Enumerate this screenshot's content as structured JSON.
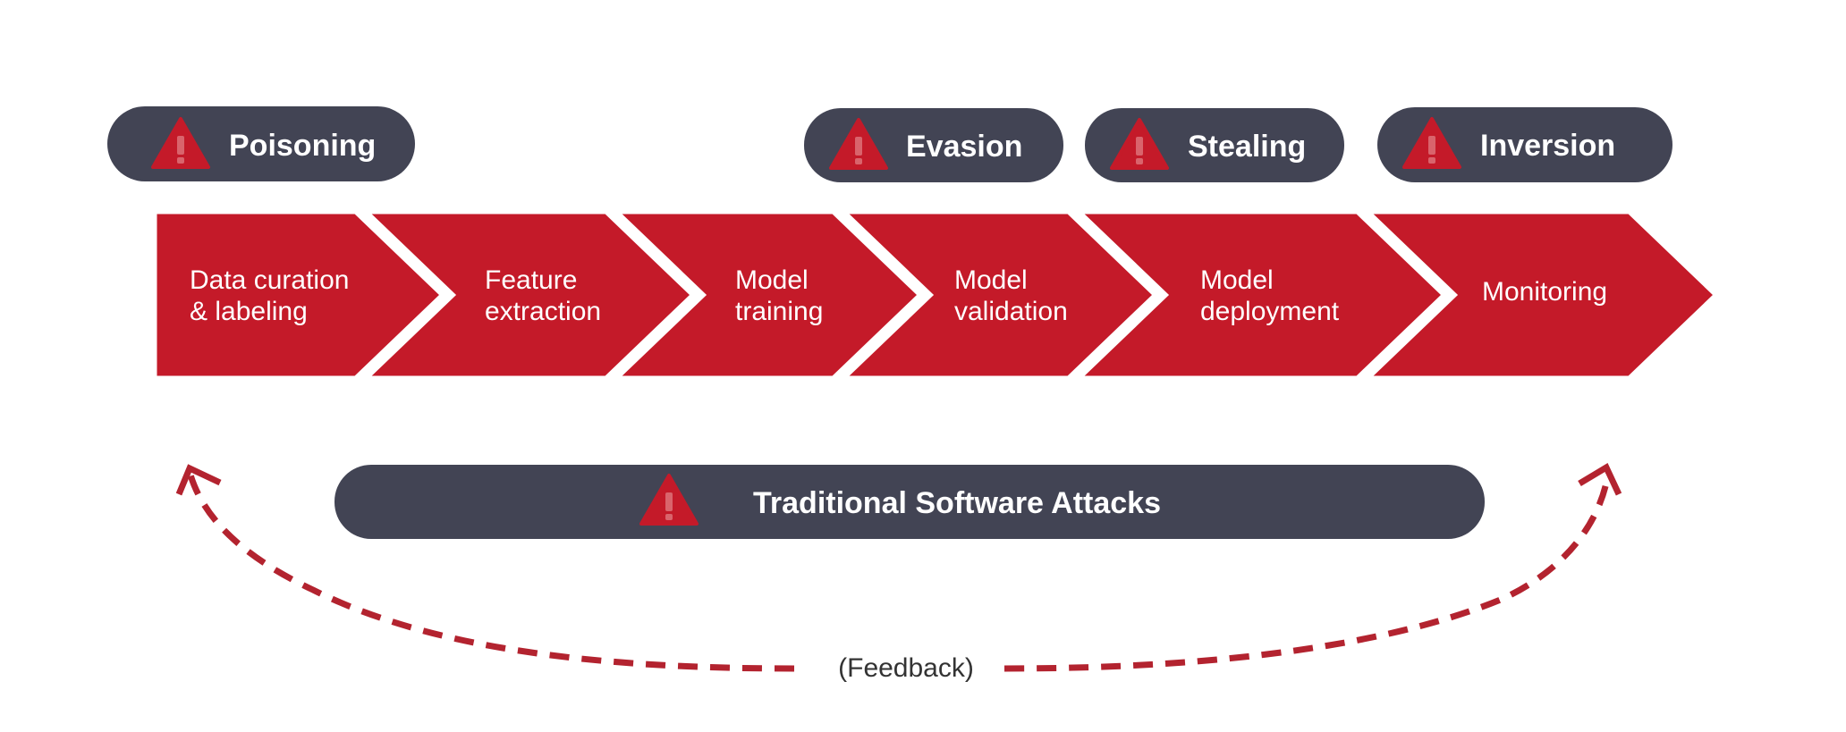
{
  "colors": {
    "pill": "#424454",
    "chevron": "#C41A29",
    "warning": "#C41A29",
    "warning_mark": "#D9646C",
    "feedback_arrow": "#B3232F",
    "separator": "#ffffff"
  },
  "attacks": [
    {
      "id": "poisoning",
      "label": "Poisoning",
      "icon": "warning-triangle-icon"
    },
    {
      "id": "evasion",
      "label": "Evasion",
      "icon": "warning-triangle-icon"
    },
    {
      "id": "stealing",
      "label": "Stealing",
      "icon": "warning-triangle-icon"
    },
    {
      "id": "inversion",
      "label": "Inversion",
      "icon": "warning-triangle-icon"
    }
  ],
  "pipeline": [
    {
      "id": "data-curation",
      "lines": [
        "Data curation",
        "& labeling"
      ]
    },
    {
      "id": "feature-extraction",
      "lines": [
        "Feature",
        "extraction"
      ]
    },
    {
      "id": "model-training",
      "lines": [
        "Model",
        "training"
      ]
    },
    {
      "id": "model-validation",
      "lines": [
        "Model",
        "validation"
      ]
    },
    {
      "id": "model-deployment",
      "lines": [
        "Model",
        "deployment"
      ]
    },
    {
      "id": "monitoring",
      "lines": [
        "Monitoring"
      ]
    }
  ],
  "traditional": {
    "label": "Traditional Software Attacks",
    "icon": "warning-triangle-icon"
  },
  "feedback": {
    "label": "(Feedback)"
  }
}
